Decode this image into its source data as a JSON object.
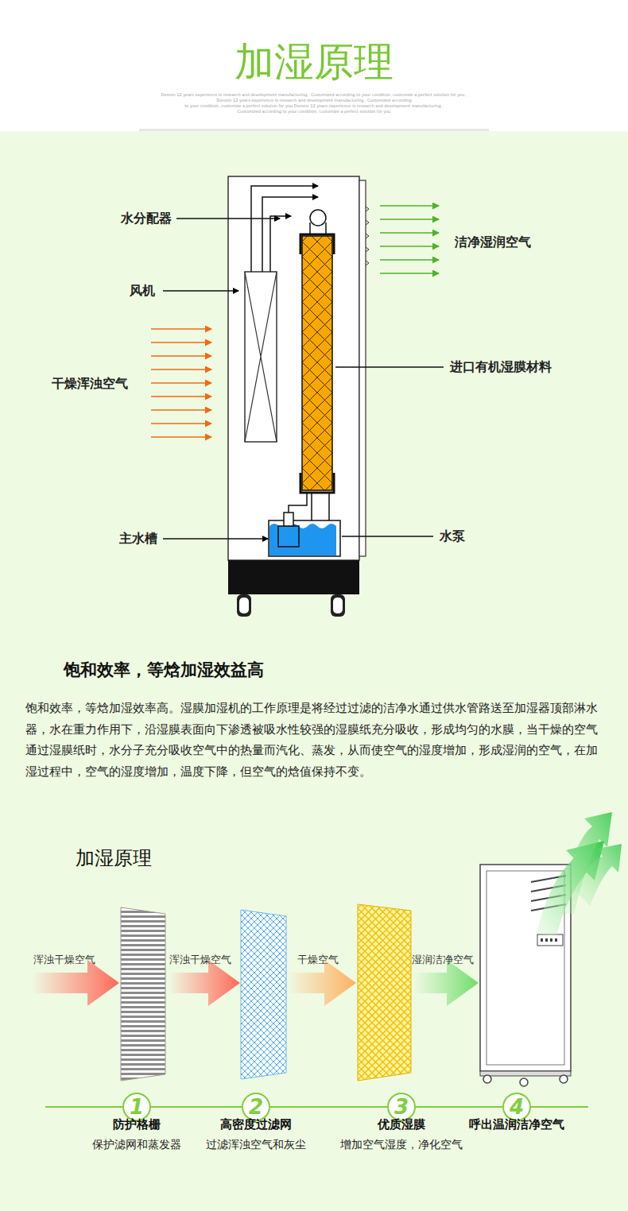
{
  "diagram": {
    "title": "加湿原理",
    "nodes": [
      {
        "text": [
          "1",
          "防护格栅",
          "保护滤网和蒸发器"
        ]
      },
      {
        "text": [
          "2",
          "高密度过滤网",
          "过滤浑浊空气和灰尘"
        ]
      },
      {
        "text": [
          "3",
          "优质湿膜",
          "增加空气湿度，净化空气"
        ]
      },
      {
        "text": [
          "4",
          "呼出温润洁净空气"
        ]
      }
    ],
    "edges": [
      {
        "from": 0,
        "to": 1,
        "arrow": "none"
      },
      {
        "from": 1,
        "to": 2,
        "arrow": "none"
      },
      {
        "from": 2,
        "to": 3,
        "arrow": "none"
      }
    ],
    "labels": [
      "Doroon 12 years experience in research and development manufacturing , Customized according to your condition, customize a perfect solution for you ,",
      "Dorosin 12 years experience in research and development manufacturing , Customized according",
      "to your condition, customize a perfect solution for you Dorosin 12 years experience in research and development manufacturing ,",
      "Customized according to your condition, customize a perfect solution for you",
      "水分配器",
      "风机",
      "干燥浑浊空气",
      "洁净湿润空气",
      "进口有机湿膜材料",
      "主水槽",
      "水泵",
      "饱和效率，等焓加湿效益高",
      "饱和效率，等焓加湿效率高。湿膜加湿机的工作原理是将经过过滤的洁净水通过供水管路送至加湿器顶部淋水器，水在重力作用下，沿湿膜表面向下渗透被吸水性较强的湿膜纸充分吸收，形成均匀的水膜，当干燥的空气通过湿膜纸时，水分子充分吸收空气中的热量而汽化、蒸发，从而使空气的湿度增加，形成湿润的空气，在加湿过程中，空气的湿度增加，温度下降，但空气的焓值保持不变。",
      "加湿原理",
      "浑浊干燥空气",
      "浑浊干燥空气",
      "干燥空气",
      "湿润洁净空气"
    ]
  }
}
